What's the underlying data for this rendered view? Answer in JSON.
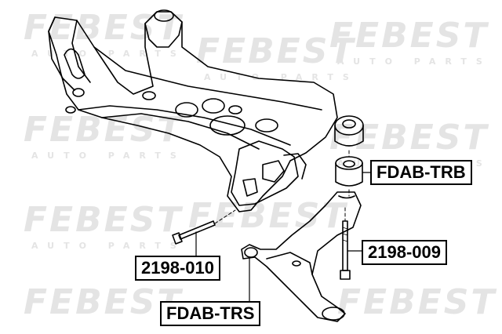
{
  "watermark": {
    "brand": "FEBEST",
    "sub": "AUTO PARTS"
  },
  "parts": [
    {
      "id": "FDAB-TRB",
      "label": "FDAB-TRB"
    },
    {
      "id": "2198-009",
      "label": "2198-009"
    },
    {
      "id": "2198-010",
      "label": "2198-010"
    },
    {
      "id": "FDAB-TRS",
      "label": "FDAB-TRS"
    }
  ]
}
